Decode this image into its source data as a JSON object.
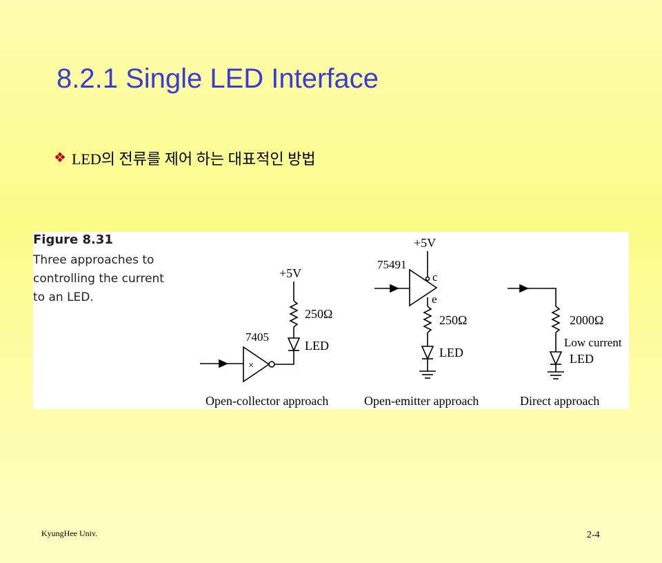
{
  "slide": {
    "title": "8.2.1 Single LED Interface",
    "bullet_icon": "diamond-bullet-icon",
    "bullet_prefix": "LED",
    "bullet_text": "의 전류를 제어 하는 대표적인 방법"
  },
  "figure": {
    "number": "Figure 8.31",
    "caption_lines": [
      "Three approaches to",
      "controlling the current",
      "to an LED."
    ],
    "open_collector": {
      "supply": "+5V",
      "resistor": "250Ω",
      "chip": "7405",
      "gate_symbol": "×",
      "led": "LED",
      "caption": "Open-collector approach"
    },
    "open_emitter": {
      "supply": "+5V",
      "chip": "75491",
      "collector_pin": "c",
      "emitter_pin": "e",
      "resistor": "250Ω",
      "led": "LED",
      "caption": "Open-emitter approach"
    },
    "direct": {
      "resistor": "2000Ω",
      "note": "Low current",
      "led": "LED",
      "caption": "Direct approach"
    }
  },
  "footer": {
    "left": "KyungHee Univ.",
    "right": "2-4"
  }
}
